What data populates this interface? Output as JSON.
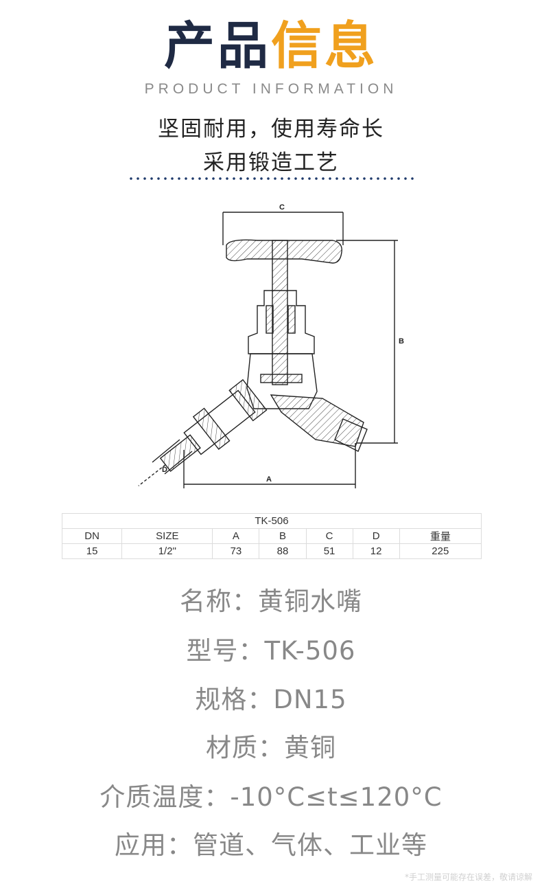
{
  "header": {
    "title_dark": "产品",
    "title_accent": "信息",
    "subtitle": "PRODUCT INFORMATION",
    "slogan_line1": "坚固耐用，使用寿命长",
    "slogan_line2": "采用锻造工艺"
  },
  "diagram": {
    "labels": {
      "a": "A",
      "b": "B",
      "c": "C",
      "d": "D"
    }
  },
  "spec_table": {
    "model": "TK-506",
    "headers": [
      "DN",
      "SIZE",
      "A",
      "B",
      "C",
      "D",
      "重量"
    ],
    "values": [
      "15",
      "1/2\"",
      "73",
      "88",
      "51",
      "12",
      "225"
    ]
  },
  "info": {
    "name": "名称：黄铜水嘴",
    "model": "型号：TK-506",
    "spec": "规格：DN15",
    "material": "材质：黄铜",
    "temperature": "介质温度：-10°C≤t≤120°C",
    "usage": "应用：管道、气体、工业等"
  },
  "footnote": "*手工测量可能存在误差，敬请谅解",
  "colors": {
    "dark": "#1f2a44",
    "accent": "#f0a01e",
    "dots": "#1f3a6b",
    "info_text": "#888888"
  }
}
